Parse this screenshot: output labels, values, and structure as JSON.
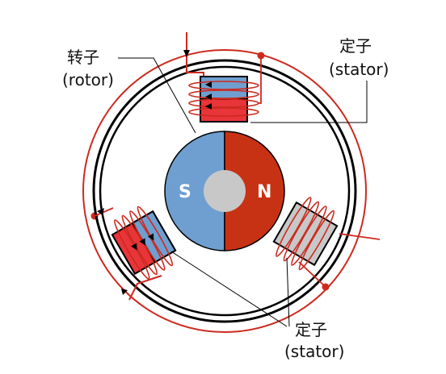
{
  "labels": {
    "rotor_cn": "转子",
    "rotor_en": "(rotor)",
    "stator_top_cn": "定子",
    "stator_top_en": "(stator)",
    "stator_bottom_cn": "定子",
    "stator_bottom_en": "(stator)"
  },
  "poles": {
    "south": "S",
    "north": "N"
  },
  "colors": {
    "circuit_red": "#cc2a1f",
    "rotor_blue": "#6e9fd0",
    "rotor_red": "#c83214",
    "stator_red": "#e8353a",
    "stator_blue": "#6e9fd0",
    "stator_gray": "#c8c8c8",
    "shaft_gray": "#c8c8c8"
  }
}
